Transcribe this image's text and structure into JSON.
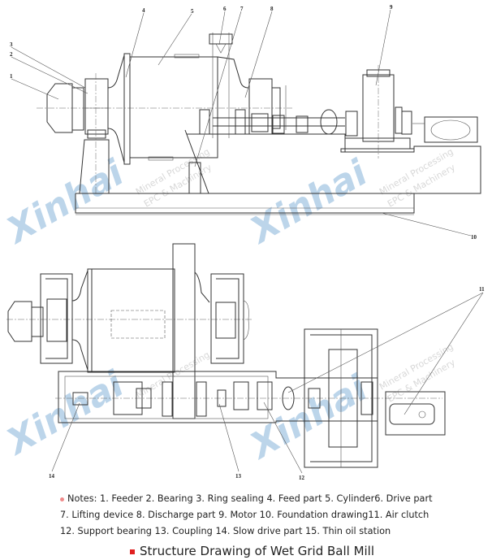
{
  "watermark": {
    "brand": "Xinhai",
    "line1": "Mineral Processing",
    "line2": "EPC & Machinery"
  },
  "callouts": {
    "top": [
      "1",
      "2",
      "3",
      "4",
      "5",
      "6",
      "7",
      "8",
      "9",
      "10"
    ],
    "bottom": [
      "11",
      "12",
      "13",
      "14"
    ]
  },
  "notes": {
    "line1": "Notes: 1. Feeder 2. Bearing 3. Ring sealing 4. Feed part 5. Cylinder6. Drive part",
    "line2": "7. Lifting device 8. Discharge part 9. Motor 10. Foundation drawing11. Air clutch",
    "line3": "12. Support bearing 13. Coupling 14. Slow drive part 15. Thin oil station"
  },
  "caption": "Structure Drawing of Wet Grid Ball Mill",
  "colors": {
    "bullet": "#f08a8a",
    "caption_marker": "#e02020",
    "watermark": "#bcd5ea"
  }
}
